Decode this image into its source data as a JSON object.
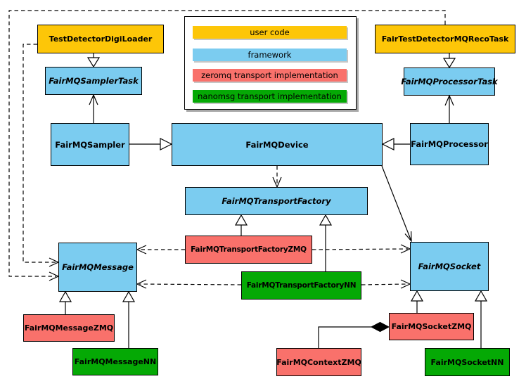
{
  "legend": {
    "items": [
      {
        "label": "user code",
        "color": "#fdc608"
      },
      {
        "label": "framework",
        "color": "#7bccf0"
      },
      {
        "label": "zeromq transport implementation",
        "color": "#f9716b"
      },
      {
        "label": "nanomsg transport implementation",
        "color": "#05a905"
      }
    ]
  },
  "colors": {
    "user_code": "#fdc608",
    "framework": "#7bccf0",
    "zeromq": "#f9716b",
    "nanomsg": "#05a905",
    "border": "#000000",
    "background": "#ffffff"
  },
  "nodes": {
    "testDetectorDigiLoader": {
      "label": "TestDetectorDigiLoader",
      "category": "user code",
      "abstract": false
    },
    "fairTestDetectorMQRecoTask": {
      "label": "FairTestDetectorMQRecoTask",
      "category": "user code",
      "abstract": false
    },
    "fairMQSamplerTask": {
      "label": "FairMQSamplerTask",
      "category": "framework",
      "abstract": true
    },
    "fairMQProcessorTask": {
      "label": "FairMQProcessorTask",
      "category": "framework",
      "abstract": true
    },
    "fairMQSampler": {
      "label": "FairMQSampler",
      "category": "framework",
      "abstract": false
    },
    "fairMQDevice": {
      "label": "FairMQDevice",
      "category": "framework",
      "abstract": false
    },
    "fairMQProcessor": {
      "label": "FairMQProcessor",
      "category": "framework",
      "abstract": false
    },
    "fairMQTransportFactory": {
      "label": "FairMQTransportFactory",
      "category": "framework",
      "abstract": true
    },
    "fairMQTransportFactoryZMQ": {
      "label": "FairMQTransportFactoryZMQ",
      "category": "zeromq",
      "abstract": false
    },
    "fairMQTransportFactoryNN": {
      "label": "FairMQTransportFactoryNN",
      "category": "nanomsg",
      "abstract": false
    },
    "fairMQMessage": {
      "label": "FairMQMessage",
      "category": "framework",
      "abstract": true
    },
    "fairMQSocket": {
      "label": "FairMQSocket",
      "category": "framework",
      "abstract": true
    },
    "fairMQMessageZMQ": {
      "label": "FairMQMessageZMQ",
      "category": "zeromq",
      "abstract": false
    },
    "fairMQMessageNN": {
      "label": "FairMQMessageNN",
      "category": "nanomsg",
      "abstract": false
    },
    "fairMQSocketZMQ": {
      "label": "FairMQSocketZMQ",
      "category": "zeromq",
      "abstract": false
    },
    "fairMQSocketNN": {
      "label": "FairMQSocketNN",
      "category": "nanomsg",
      "abstract": false
    },
    "fairMQContextZMQ": {
      "label": "FairMQContextZMQ",
      "category": "zeromq",
      "abstract": false
    }
  },
  "edges": [
    {
      "from": "TestDetectorDigiLoader",
      "to": "FairMQSamplerTask",
      "type": "generalization",
      "style": "solid"
    },
    {
      "from": "FairTestDetectorMQRecoTask",
      "to": "FairMQProcessorTask",
      "type": "generalization",
      "style": "solid"
    },
    {
      "from": "FairMQSampler",
      "to": "FairMQDevice",
      "type": "generalization",
      "style": "solid"
    },
    {
      "from": "FairMQProcessor",
      "to": "FairMQDevice",
      "type": "generalization",
      "style": "solid"
    },
    {
      "from": "FairMQSampler",
      "to": "FairMQSamplerTask",
      "type": "association",
      "style": "solid"
    },
    {
      "from": "FairMQProcessor",
      "to": "FairMQProcessorTask",
      "type": "association",
      "style": "solid"
    },
    {
      "from": "FairMQDevice",
      "to": "FairMQTransportFactory",
      "type": "dependency",
      "style": "dashed"
    },
    {
      "from": "FairMQDevice",
      "to": "FairMQSocket",
      "type": "association",
      "style": "solid"
    },
    {
      "from": "TestDetectorDigiLoader",
      "to": "FairMQMessage",
      "type": "dependency",
      "style": "dashed"
    },
    {
      "from": "FairTestDetectorMQRecoTask",
      "to": "FairMQMessage",
      "type": "dependency",
      "style": "dashed"
    },
    {
      "from": "FairMQTransportFactoryZMQ",
      "to": "FairMQTransportFactory",
      "type": "generalization",
      "style": "solid"
    },
    {
      "from": "FairMQTransportFactoryNN",
      "to": "FairMQTransportFactory",
      "type": "generalization",
      "style": "solid"
    },
    {
      "from": "FairMQTransportFactoryZMQ",
      "to": "FairMQMessage",
      "type": "dependency",
      "style": "dashed"
    },
    {
      "from": "FairMQTransportFactoryZMQ",
      "to": "FairMQSocket",
      "type": "dependency",
      "style": "dashed"
    },
    {
      "from": "FairMQTransportFactoryNN",
      "to": "FairMQMessage",
      "type": "dependency",
      "style": "dashed"
    },
    {
      "from": "FairMQTransportFactoryNN",
      "to": "FairMQSocket",
      "type": "dependency",
      "style": "dashed"
    },
    {
      "from": "FairMQMessageZMQ",
      "to": "FairMQMessage",
      "type": "generalization",
      "style": "solid"
    },
    {
      "from": "FairMQMessageNN",
      "to": "FairMQMessage",
      "type": "generalization",
      "style": "solid"
    },
    {
      "from": "FairMQSocketZMQ",
      "to": "FairMQSocket",
      "type": "generalization",
      "style": "solid"
    },
    {
      "from": "FairMQSocketNN",
      "to": "FairMQSocket",
      "type": "generalization",
      "style": "solid"
    },
    {
      "from": "FairMQContextZMQ",
      "to": "FairMQSocketZMQ",
      "type": "composition",
      "style": "solid"
    }
  ]
}
